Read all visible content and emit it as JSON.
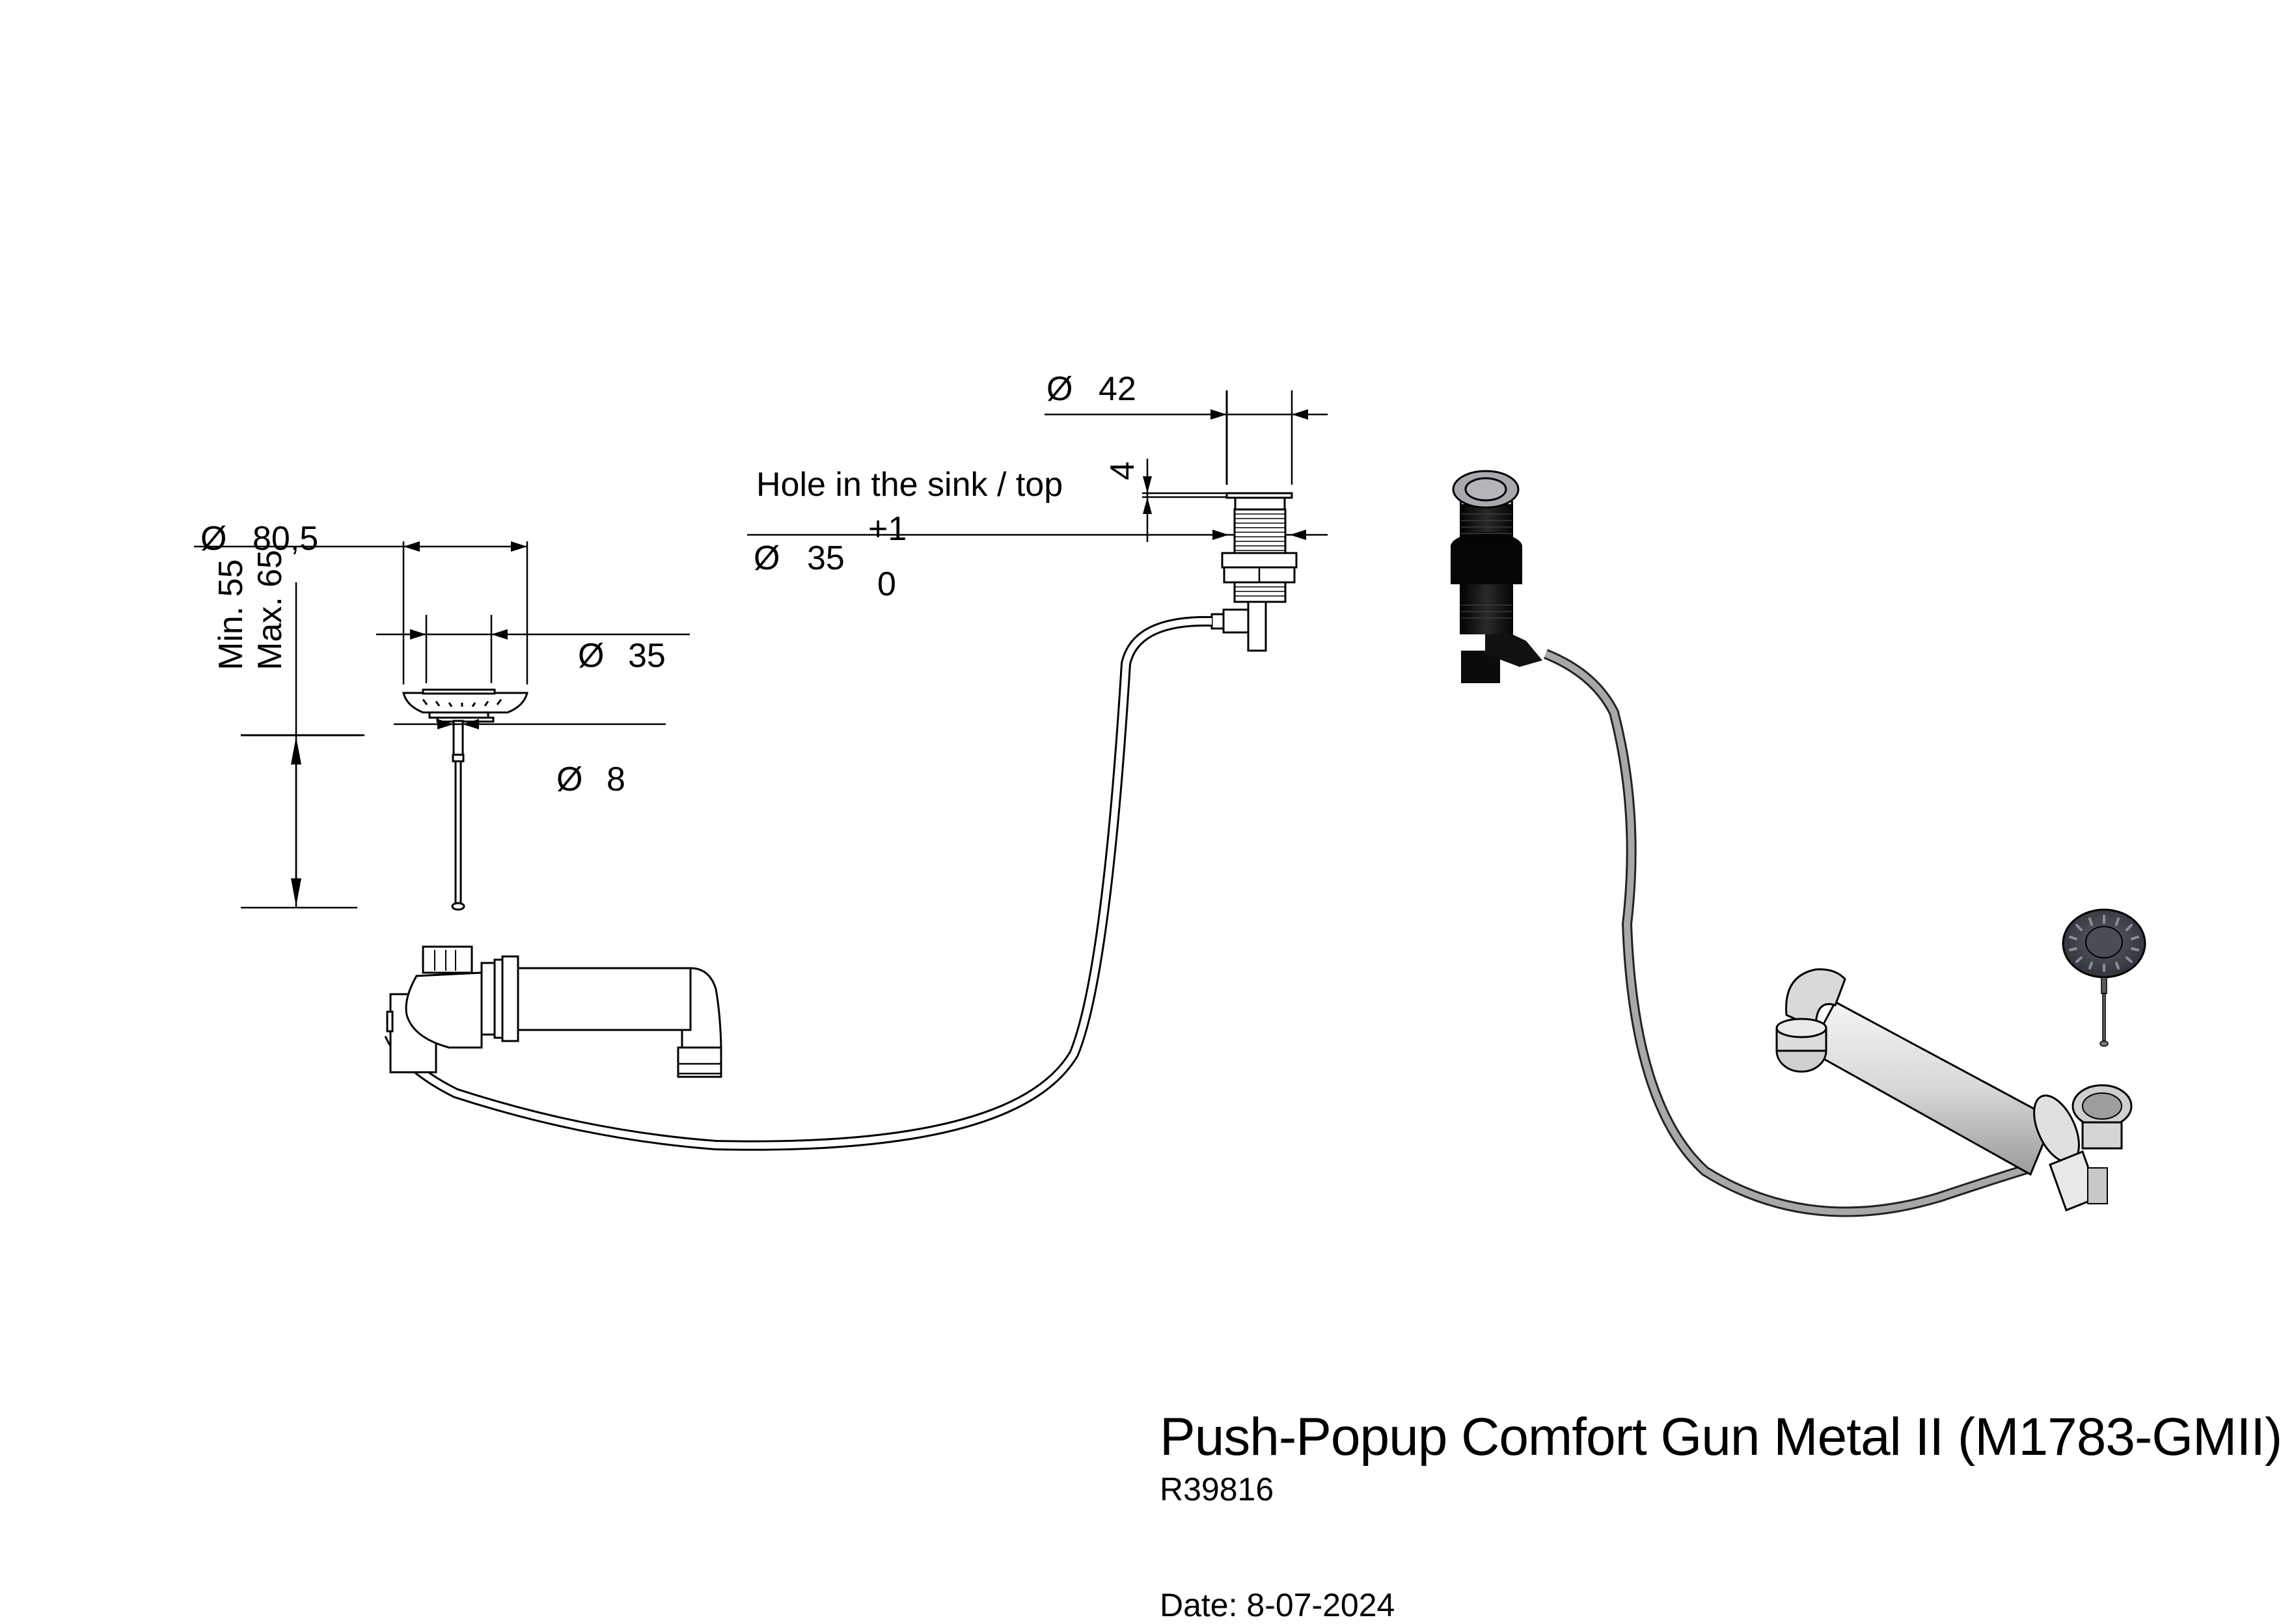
{
  "title_block": {
    "title": "Push-Popup Comfort Gun Metal II (M1783-GMII)",
    "reference": "R39816",
    "date_label": "Date: 8-07-2024"
  },
  "dimensions": {
    "strainer_diameter": {
      "symbol": "Ø",
      "value": "80,5"
    },
    "strainer_inner_diameter": {
      "symbol": "Ø",
      "value": "35"
    },
    "stem_diameter": {
      "symbol": "Ø",
      "value": "8"
    },
    "stem_length_min": "Min. 55",
    "stem_length_max": "Max. 65",
    "button_diameter": {
      "symbol": "Ø",
      "value": "42"
    },
    "button_flange_height": "4",
    "hole_label": "Hole in the sink / top",
    "hole_diameter": {
      "symbol": "Ø",
      "value": "35",
      "tol_upper": "+1",
      "tol_lower": "0"
    }
  },
  "components": [
    {
      "name": "strainer-plug-side-view"
    },
    {
      "name": "push-button-side-view"
    },
    {
      "name": "waste-outlet-with-elbow-side-view"
    },
    {
      "name": "bowden-cable"
    },
    {
      "name": "push-button-3d-render",
      "color": "#1a1a1a",
      "cap_color": "#a8a9ad"
    },
    {
      "name": "strainer-plug-3d-render",
      "color": "#4a4d55"
    },
    {
      "name": "waste-pipe-3d-render",
      "color": "#e6e6e6"
    }
  ]
}
